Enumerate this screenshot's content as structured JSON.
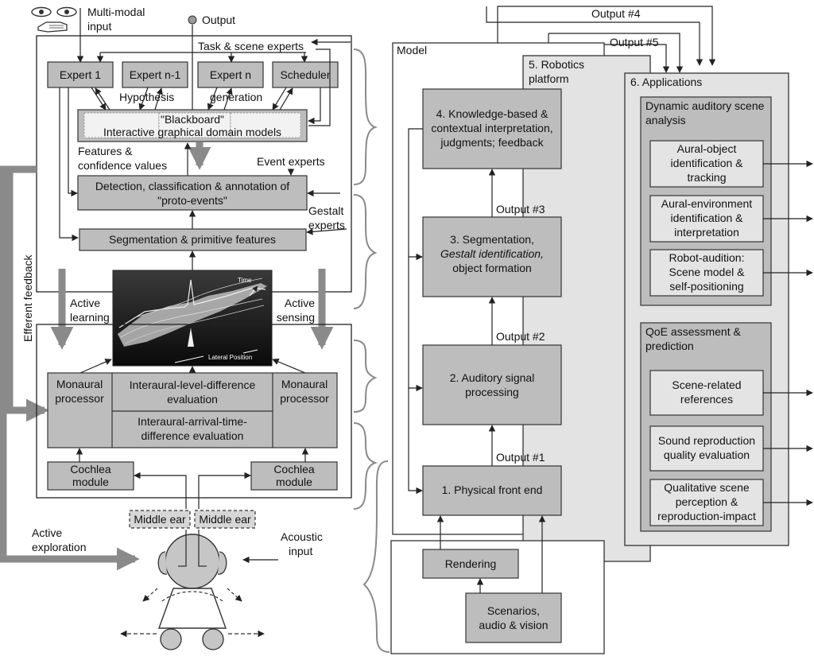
{
  "left": {
    "multimodal_input": [
      "Multi-modal",
      "input"
    ],
    "output": "Output",
    "task_scene_experts": "Task & scene experts",
    "experts": [
      "Expert 1",
      "Expert n-1",
      "Expert n",
      "Scheduler"
    ],
    "hypothesis": "Hypothesis",
    "generation": "generation",
    "blackboard": [
      "\"Blackboard\"",
      "Interactive graphical domain models"
    ],
    "features": [
      "Features &",
      "confidence values"
    ],
    "event_experts": "Event experts",
    "detection": [
      "Detection, classification & annotation of",
      "\"proto-events\""
    ],
    "gestalt_experts": [
      "Gestalt",
      "experts"
    ],
    "segmentation": "Segmentation & primitive features",
    "active_learning": [
      "Active",
      "learning"
    ],
    "active_sensing": [
      "Active",
      "sensing"
    ],
    "efferent_feedback": "Efferent feedback",
    "plot_time": "Time",
    "plot_lateral": "Lateral Position",
    "monaural_left": [
      "Monaural",
      "processor"
    ],
    "monaural_right": [
      "Monaural",
      "processor"
    ],
    "ild": [
      "Interaural-level-difference",
      "evaluation"
    ],
    "itd": [
      "Interaural-arrival-time-",
      "difference evaluation"
    ],
    "cochlea_left": [
      "Cochlea",
      "module"
    ],
    "cochlea_right": [
      "Cochlea",
      "module"
    ],
    "middle_ear_left": "Middle ear",
    "middle_ear_right": "Middle ear",
    "active_exploration": [
      "Active",
      "exploration"
    ],
    "acoustic_input": [
      "Acoustic",
      "input"
    ]
  },
  "right": {
    "output4": "Output #4",
    "output5": "Output #5",
    "model": "Model",
    "robotics": [
      "5. Robotics",
      "platform"
    ],
    "applications": "6. Applications",
    "knowledge": [
      "4. Knowledge-based &",
      "contextual interpretation,",
      "judgments; feedback"
    ],
    "output3": "Output #3",
    "segmentation": [
      "3. Segmentation,",
      "Gestalt identification,",
      "object formation"
    ],
    "output2": "Output #2",
    "auditory": [
      "2. Auditory signal",
      "processing"
    ],
    "output1": "Output #1",
    "front_end": "1. Physical front end",
    "rendering": "Rendering",
    "scenarios": [
      "Scenarios,",
      "audio & vision"
    ],
    "dasa": [
      "Dynamic auditory scene",
      "analysis"
    ],
    "aural_object": [
      "Aural-object",
      "identification &",
      "tracking"
    ],
    "aural_env": [
      "Aural-environment",
      "identification &",
      "interpretation"
    ],
    "robot_audition": [
      "Robot-audition:",
      "Scene model &",
      "self-positioning"
    ],
    "qoe": [
      "QoE assessment &",
      "prediction"
    ],
    "scene_refs": [
      "Scene-related",
      "references"
    ],
    "sound_repro": [
      "Sound reproduction",
      "quality evaluation"
    ],
    "qualitative": [
      "Qualitative scene",
      "perception &",
      "reproduction-impact"
    ]
  }
}
